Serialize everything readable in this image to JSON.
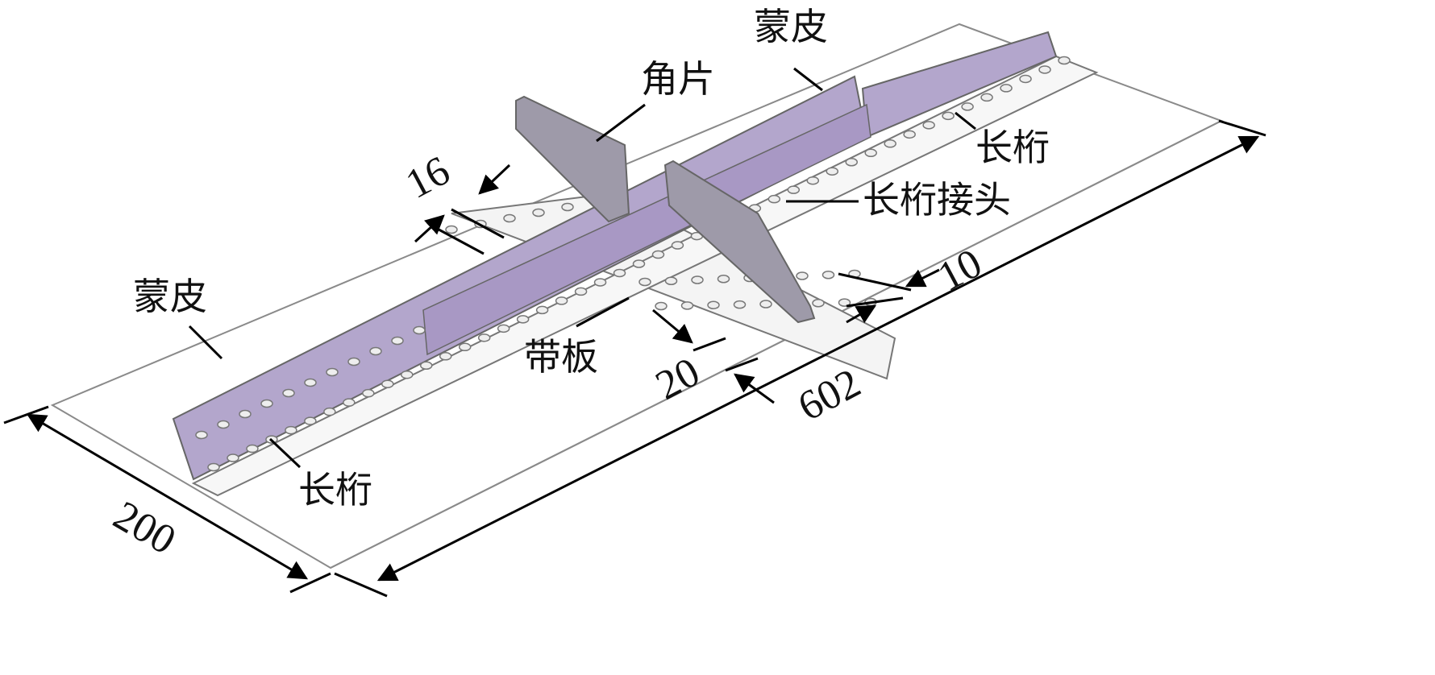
{
  "labels": {
    "skin_top": "蒙皮",
    "skin_left": "蒙皮",
    "angle_clip": "角片",
    "stringer_right": "长桁",
    "stringer_left": "长桁",
    "stringer_joint": "长桁接头",
    "strap_plate": "带板"
  },
  "dimensions": {
    "d16": "16",
    "d10": "10",
    "d20": "20",
    "d602": "602",
    "d200": "200"
  },
  "colors": {
    "stringer_web": "#b3a6cc",
    "angle_clip": "#9e9aa9",
    "outline": "#6e6e6e"
  }
}
